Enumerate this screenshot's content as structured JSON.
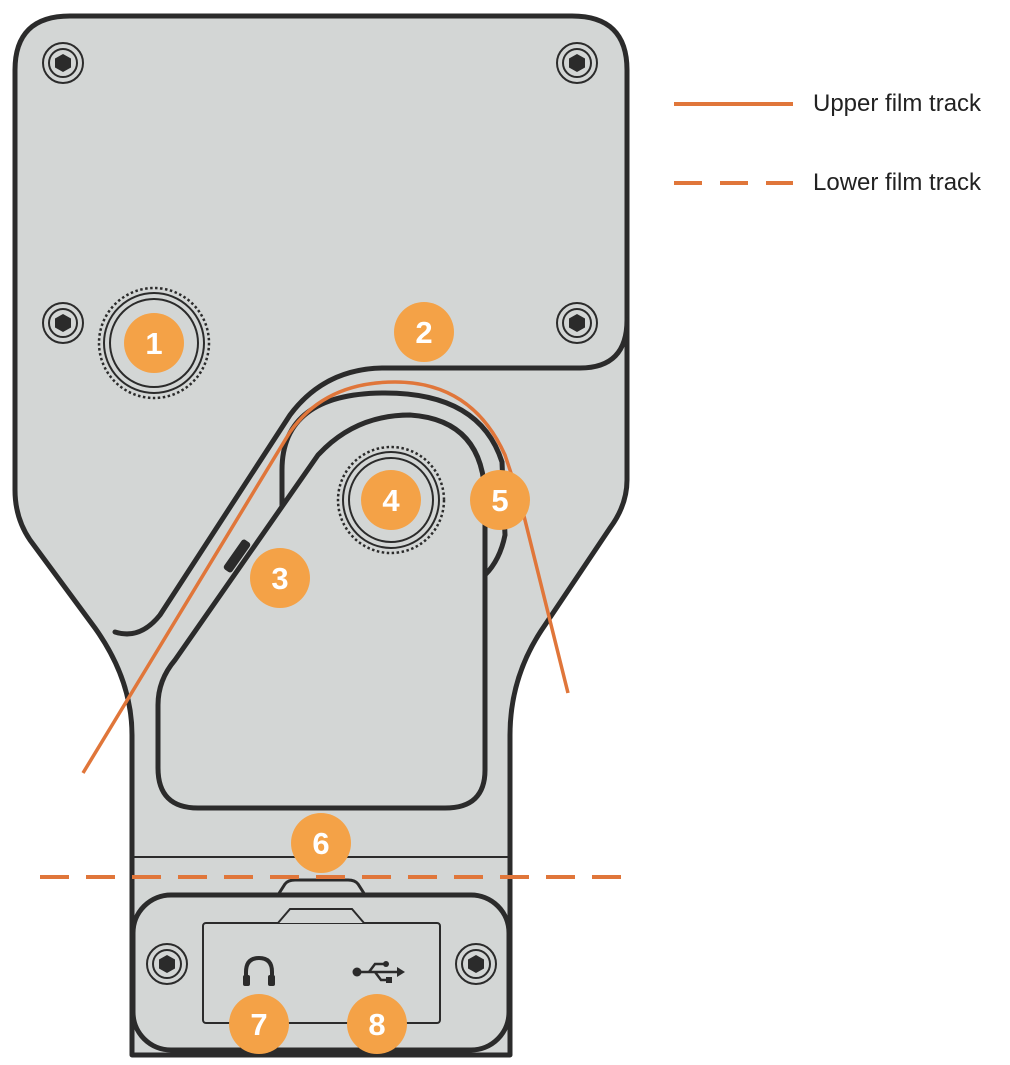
{
  "legend": {
    "upper_label": "Upper film track",
    "lower_label": "Lower film track"
  },
  "callouts": [
    "1",
    "2",
    "3",
    "4",
    "5",
    "6",
    "7",
    "8"
  ],
  "colors": {
    "body_fill": "#d3d6d5",
    "outline": "#2b2b2b",
    "track": "#e0763a",
    "callout": "#f4a247",
    "callout_text": "#ffffff"
  },
  "icons": {
    "callout_7": "headphones-icon",
    "callout_8": "usb-icon",
    "screws": "hex-screw-icon"
  }
}
